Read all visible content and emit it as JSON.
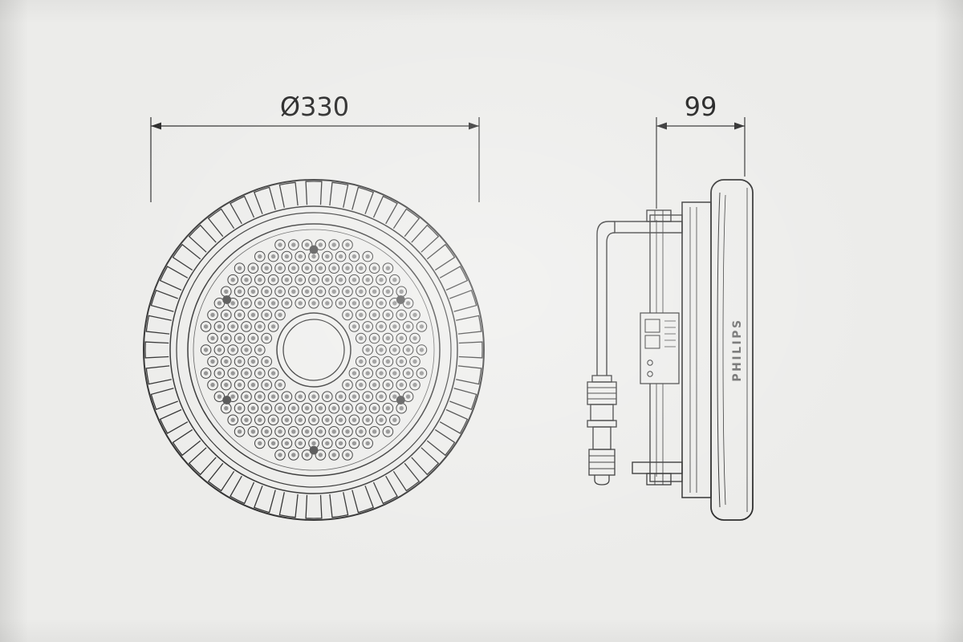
{
  "page": {
    "background": "#ececea",
    "line_color": "#2e2e2e",
    "detail_gray": "#8a8a8a"
  },
  "front_view": {
    "dimension_label": "Ø330"
  },
  "side_view": {
    "dimension_label": "99",
    "brand_label": "PHILIPS"
  }
}
